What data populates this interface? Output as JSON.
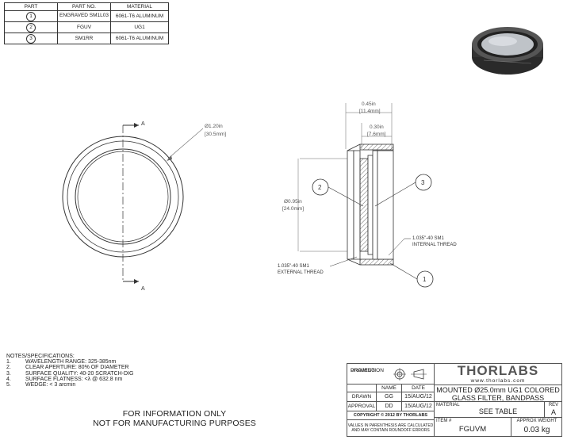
{
  "parts_table": {
    "headers": [
      "PART",
      "PART NO.",
      "MATERIAL"
    ],
    "rows": [
      {
        "part": "1",
        "part_no": "ENGRAVED SM1L03",
        "material": "6061-T6 ALUMINUM"
      },
      {
        "part": "2",
        "part_no": "FGUV",
        "material": "UG1"
      },
      {
        "part": "3",
        "part_no": "SM1RR",
        "material": "6061-T6 ALUMINUM"
      }
    ]
  },
  "front_view": {
    "section_label_top": "A",
    "section_label_bottom": "A",
    "diameter_in": "Ø1.20in",
    "diameter_mm": "[30.5mm]"
  },
  "side_view": {
    "width_in": "0.45in",
    "width_mm": "[11.4mm]",
    "inner_in": "0.30in",
    "inner_mm": "[7.6mm]",
    "aperture_in": "Ø0.95in",
    "aperture_mm": "[24.0mm]",
    "balloon_1": "1",
    "balloon_2": "2",
    "balloon_3": "3",
    "internal_thread_line1": "1.035\"-40 SM1",
    "internal_thread_line2": "INTERNAL THREAD",
    "external_thread_line1": "1.035\"-40 SM1",
    "external_thread_line2": "EXTERNAL THREAD"
  },
  "notes": {
    "title": "NOTES/SPECIFICATIONS:",
    "items": [
      {
        "num": "1.",
        "text": "WAVELENGTH RANGE: 325-385nm"
      },
      {
        "num": "2.",
        "text": "CLEAR APERTURE: 80% OF DIAMETER"
      },
      {
        "num": "3.",
        "text": "SURFACE QUALITY: 40-20 SCRATCH-DIG"
      },
      {
        "num": "4.",
        "text": "SURFACE FLATNESS: <λ @ 632.8 nm"
      },
      {
        "num": "5.",
        "text": "WEDGE: < 3 arcmin"
      }
    ]
  },
  "footer": {
    "line1": "FOR INFORMATION ONLY",
    "line2": "NOT FOR MANUFACTURING PURPOSES"
  },
  "title_block": {
    "projection_line1": "DRAWING",
    "projection_line2": "PROJECTION",
    "name_header": "NAME",
    "date_header": "DATE",
    "drawn_label": "DRAWN",
    "drawn_name": "GG",
    "drawn_date": "15/AUG/12",
    "approval_label": "APPROVAL",
    "approval_name": "DD",
    "approval_date": "15/AUG/12",
    "copyright": "COPYRIGHT © 2012 BY THORLABS",
    "disclaimer_line1": "VALUES IN PARENTHESIS ARE CALCULATED",
    "disclaimer_line2": "AND MAY CONTAIN ROUNDOFF ERRORS",
    "logo": "THORLABS",
    "url": "www.thorlabs.com",
    "description_line1": "MOUNTED Ø25.0mm UG1 COLORED",
    "description_line2": "GLASS FILTER, BANDPASS",
    "material_label": "MATERIAL",
    "material_value": "SEE TABLE",
    "item_label": "ITEM #",
    "item_value": "FGUVM",
    "weight_label": "APPROX WEIGHT",
    "weight_value": "0.03 kg",
    "rev_label": "REV",
    "rev_value": "A"
  }
}
